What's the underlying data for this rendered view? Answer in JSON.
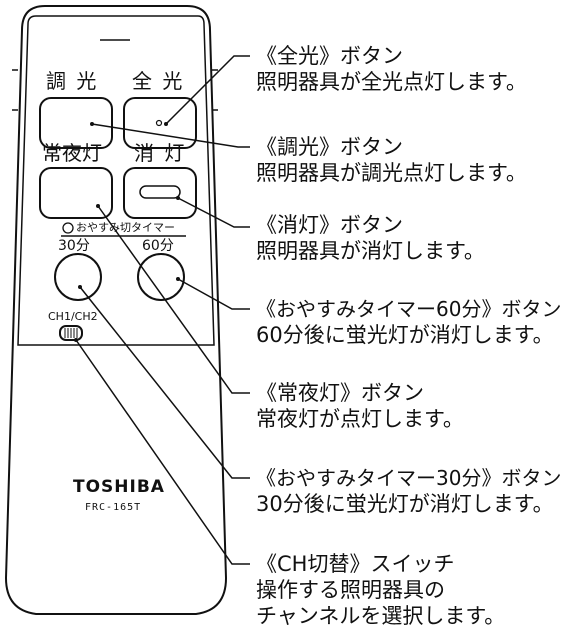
{
  "remote": {
    "btn_dim_label": "調 光",
    "btn_full_label": "全 光",
    "btn_night_label": "常夜灯",
    "btn_off_label": "消 灯",
    "sleep_timer_label": "おやすみ切タイマー",
    "timer_30_label": "30分",
    "timer_60_label": "60分",
    "ch_switch_label": "CH1/CH2",
    "brand": "TOSHIBA",
    "model": "FRC-165T"
  },
  "callouts": [
    {
      "title": "《全光》ボタン",
      "desc": "照明器具が全光点灯します。"
    },
    {
      "title": "《調光》ボタン",
      "desc": "照明器具が調光点灯します。"
    },
    {
      "title": "《消灯》ボタン",
      "desc": "照明器具が消灯します。"
    },
    {
      "title": "《おやすみタイマー60分》ボタン",
      "desc": "60分後に蛍光灯が消灯します。"
    },
    {
      "title": "《常夜灯》ボタン",
      "desc": "常夜灯が点灯します。"
    },
    {
      "title": "《おやすみタイマー30分》ボタン",
      "desc": "30分後に蛍光灯が消灯します。"
    },
    {
      "title": "《CH切替》スイッチ",
      "desc": "操作する照明器具の",
      "desc2": "チャンネルを選択します。"
    }
  ]
}
